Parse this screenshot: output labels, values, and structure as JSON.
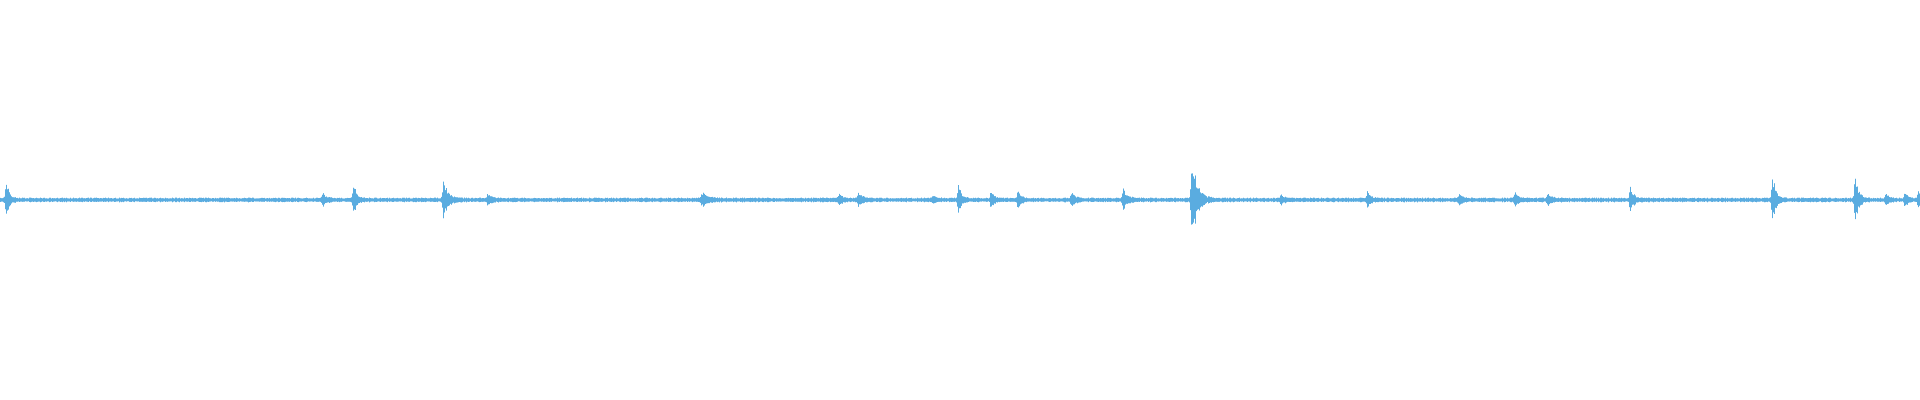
{
  "waveform": {
    "color": "#5aace0",
    "background": "#ffffff",
    "baseline_amplitude": 0.012,
    "events": [
      {
        "t": 0.003,
        "amp": 0.1,
        "width": 0.0015
      },
      {
        "t": 0.168,
        "amp": 0.03,
        "width": 0.002
      },
      {
        "t": 0.184,
        "amp": 0.09,
        "width": 0.0015
      },
      {
        "t": 0.231,
        "amp": 0.1,
        "width": 0.002
      },
      {
        "t": 0.254,
        "amp": 0.03,
        "width": 0.002
      },
      {
        "t": 0.366,
        "amp": 0.03,
        "width": 0.003
      },
      {
        "t": 0.437,
        "amp": 0.025,
        "width": 0.002
      },
      {
        "t": 0.447,
        "amp": 0.03,
        "width": 0.002
      },
      {
        "t": 0.486,
        "amp": 0.02,
        "width": 0.0015
      },
      {
        "t": 0.499,
        "amp": 0.08,
        "width": 0.0015
      },
      {
        "t": 0.516,
        "amp": 0.05,
        "width": 0.0015
      },
      {
        "t": 0.53,
        "amp": 0.04,
        "width": 0.0015
      },
      {
        "t": 0.558,
        "amp": 0.03,
        "width": 0.002
      },
      {
        "t": 0.585,
        "amp": 0.05,
        "width": 0.002
      },
      {
        "t": 0.621,
        "amp": 0.2,
        "width": 0.0025
      },
      {
        "t": 0.667,
        "amp": 0.02,
        "width": 0.002
      },
      {
        "t": 0.712,
        "amp": 0.04,
        "width": 0.0015
      },
      {
        "t": 0.76,
        "amp": 0.02,
        "width": 0.002
      },
      {
        "t": 0.789,
        "amp": 0.03,
        "width": 0.002
      },
      {
        "t": 0.806,
        "amp": 0.025,
        "width": 0.002
      },
      {
        "t": 0.849,
        "amp": 0.08,
        "width": 0.0015
      },
      {
        "t": 0.923,
        "amp": 0.14,
        "width": 0.0015
      },
      {
        "t": 0.966,
        "amp": 0.16,
        "width": 0.0015
      },
      {
        "t": 0.982,
        "amp": 0.03,
        "width": 0.0015
      },
      {
        "t": 0.992,
        "amp": 0.03,
        "width": 0.0015
      },
      {
        "t": 0.999,
        "amp": 0.05,
        "width": 0.0015
      }
    ]
  }
}
